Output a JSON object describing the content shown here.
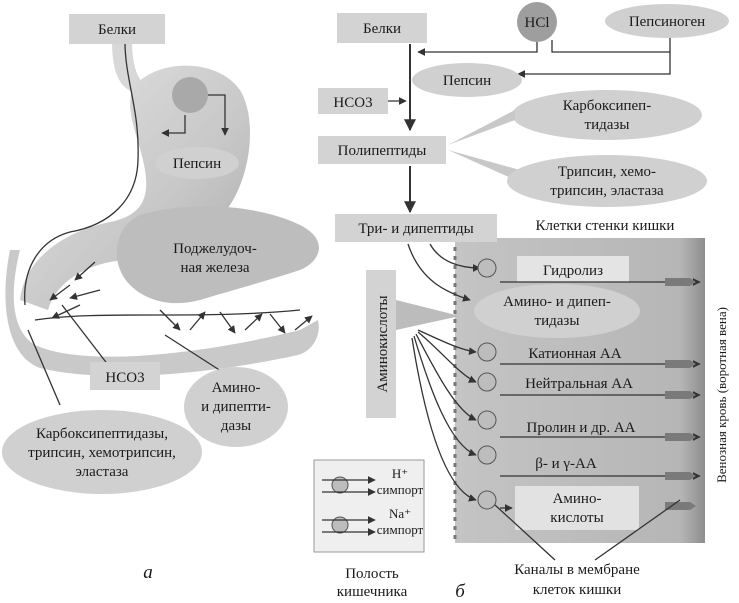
{
  "panel_a": {
    "letter": "а",
    "proteins": "Белки",
    "pepsin": "Пепсин",
    "pancreas": [
      "Поджелудоч-",
      "ная железа"
    ],
    "bicarbonate": "HCO3",
    "amino_dipeptides": [
      "Амино-",
      "и дипепти-",
      "дазы"
    ],
    "enzymes": [
      "Карбоксипептидазы,",
      "трипсин, хемотрипсин,",
      "эластаза"
    ]
  },
  "panel_b": {
    "letter": "б",
    "proteins": "Белки",
    "hcl": "HCl",
    "pepsinogen": "Пепсиноген",
    "pepsin": "Пепсин",
    "bicarbonate": "HCO3",
    "carboxypeptidases": [
      "Карбоксипеп-",
      "тидазы"
    ],
    "polypeptides": "Полипептиды",
    "trypsin_group": [
      "Трипсин, хемо-",
      "трипсин, эластаза"
    ],
    "tri_dipeptides": "Три- и дипептиды",
    "wall_cells": "Клетки стенки кишки",
    "hydrolysis": "Гидролиз",
    "amino_dipeptidases": [
      "Амино- и дипеп-",
      "тидазы"
    ],
    "amino_acids_vertical": "Аминокислоты",
    "cationic": "Катионная АА",
    "neutral": "Нейтральная АА",
    "proline": "Пролин и др. АА",
    "beta_gamma": "β- и γ-АА",
    "amino_acids_box": [
      "Амино-",
      "кислоты"
    ],
    "h_symport": [
      "H⁺",
      "симпорт"
    ],
    "na_symport": [
      "Na⁺",
      "симпорт"
    ],
    "intestine_cavity": [
      "Полость",
      "кишечника"
    ],
    "channels": [
      "Каналы в мембране",
      "клеток кишки"
    ],
    "venous_blood": "Венозная кровь (воротная вена)"
  }
}
